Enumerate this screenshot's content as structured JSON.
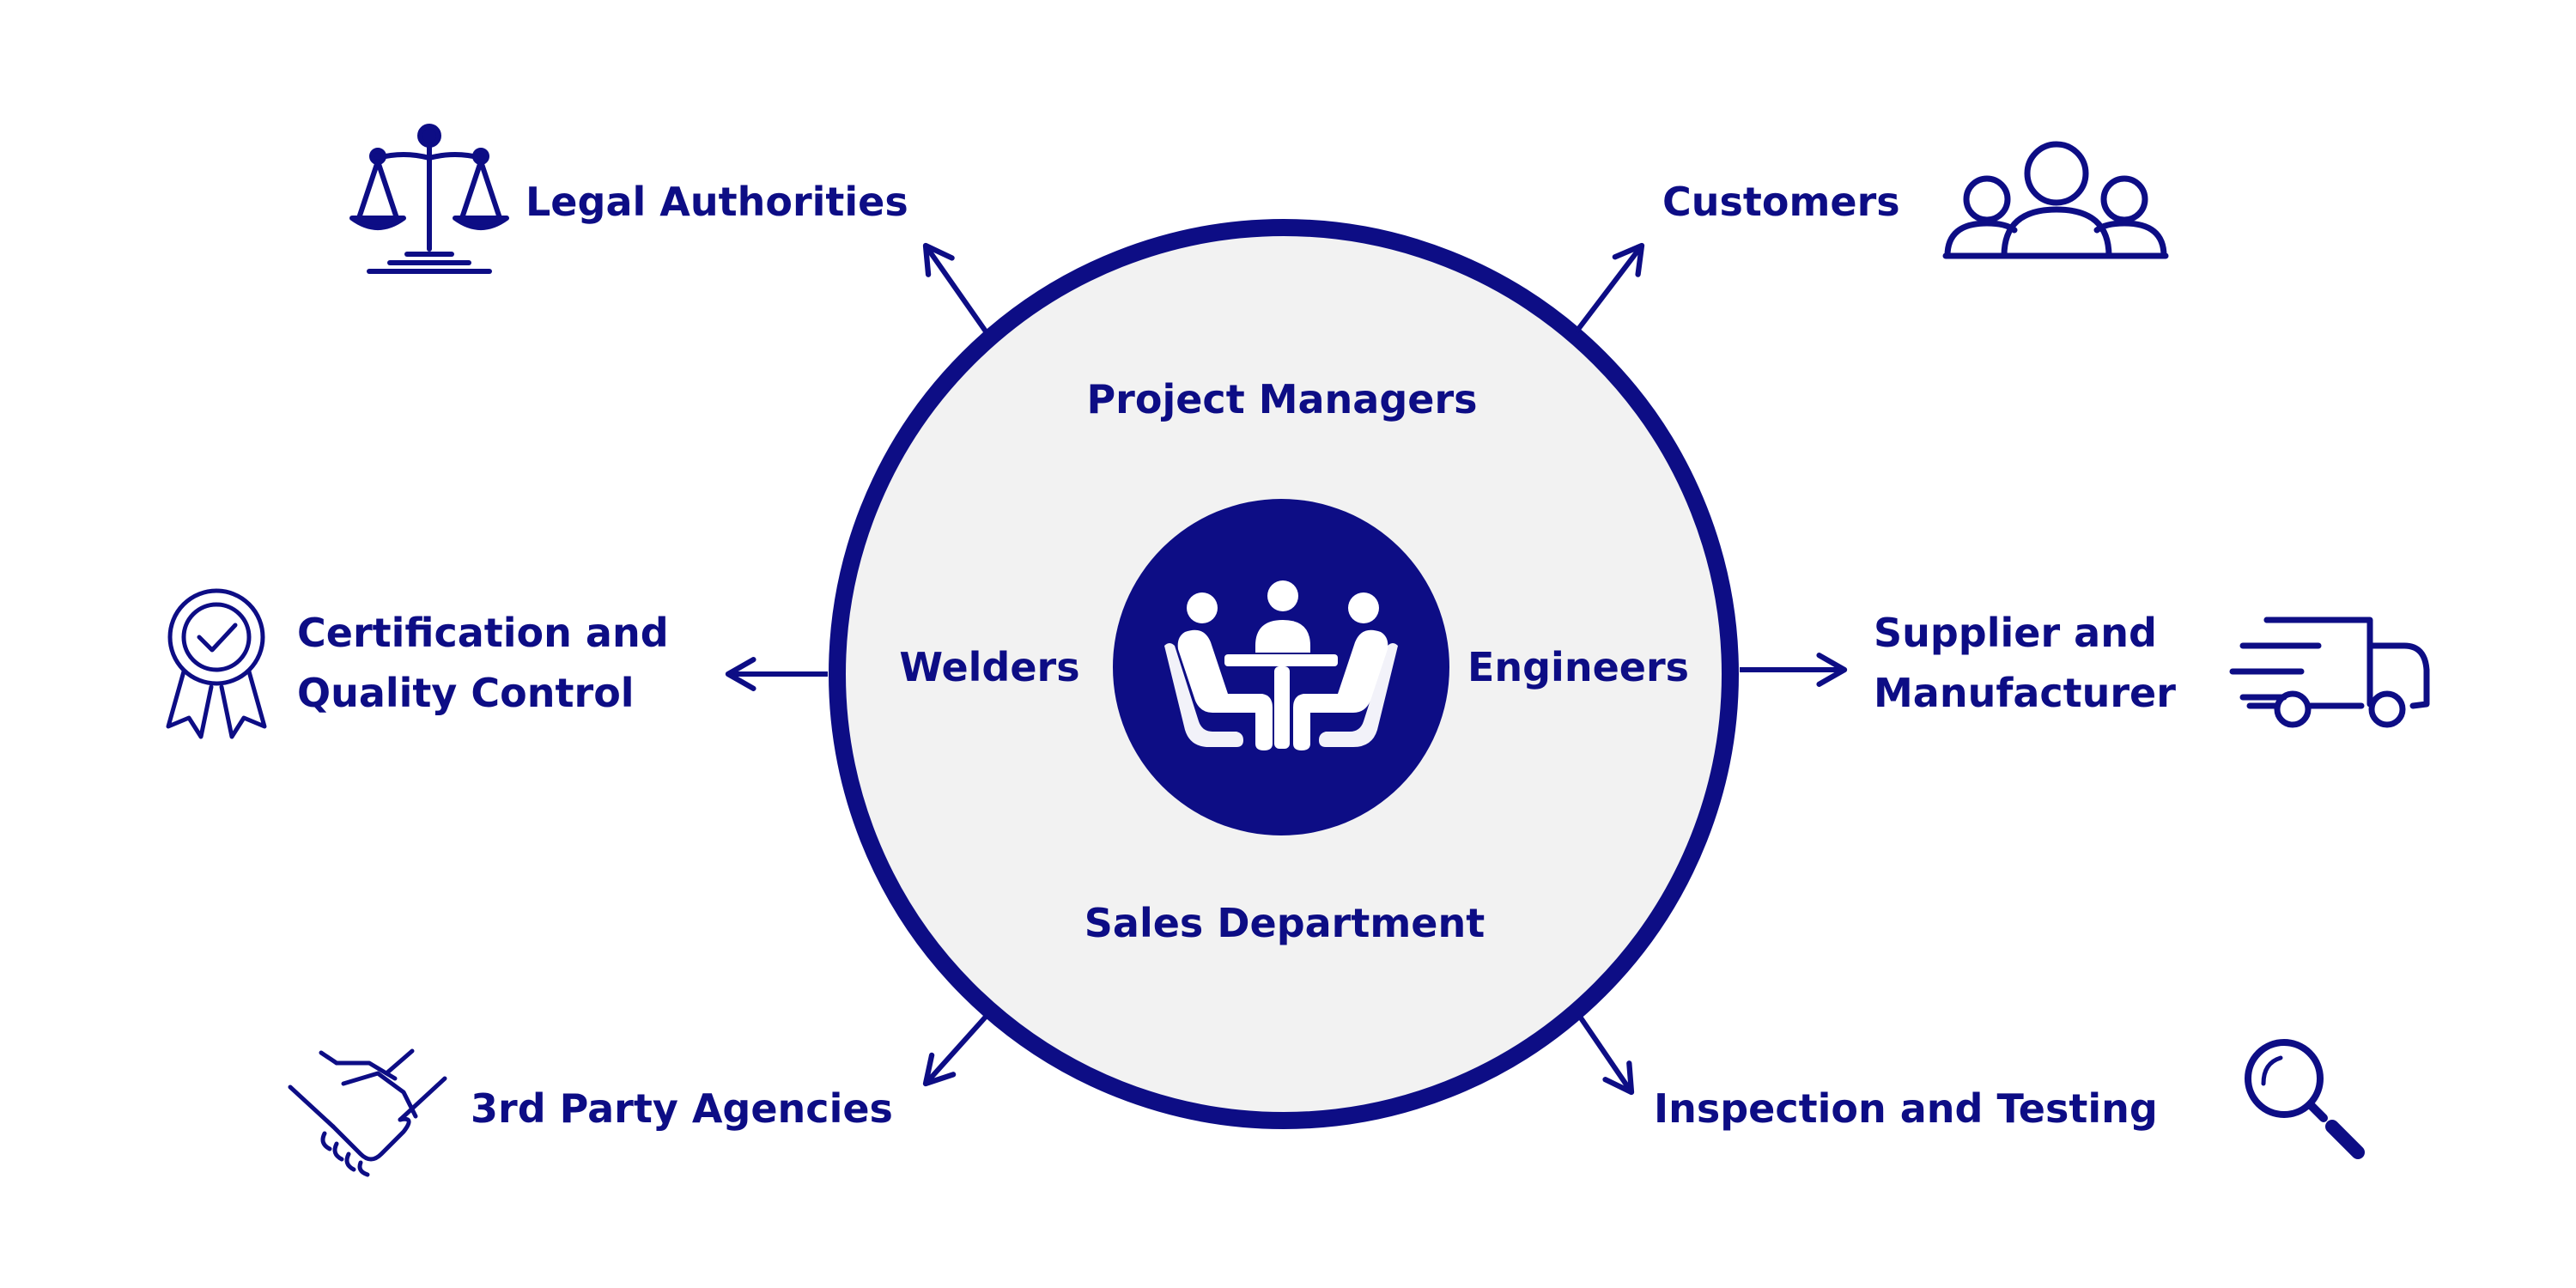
{
  "colors": {
    "primary": "#0d0d85",
    "circle_fill": "#f2f2f2",
    "background": "#ffffff"
  },
  "center": {
    "icon": "meeting-table-icon"
  },
  "inner_roles": {
    "top": "Project Managers",
    "left": "Welders",
    "right": "Engineers",
    "bottom": "Sales  Department"
  },
  "outer": {
    "top_left": {
      "label": "Legal Authorities",
      "icon": "scales-of-justice-icon"
    },
    "top_right": {
      "label": "Customers",
      "icon": "people-group-icon"
    },
    "left": {
      "line1": "Certification and",
      "line2": "Quality Control",
      "icon": "award-ribbon-icon"
    },
    "right": {
      "line1": "Supplier and",
      "line2": "Manufacturer",
      "icon": "delivery-truck-icon"
    },
    "bottom_left": {
      "label": "3rd Party Agencies",
      "icon": "handshake-icon"
    },
    "bottom_right": {
      "label": "Inspection and Testing",
      "icon": "magnifier-icon"
    }
  }
}
